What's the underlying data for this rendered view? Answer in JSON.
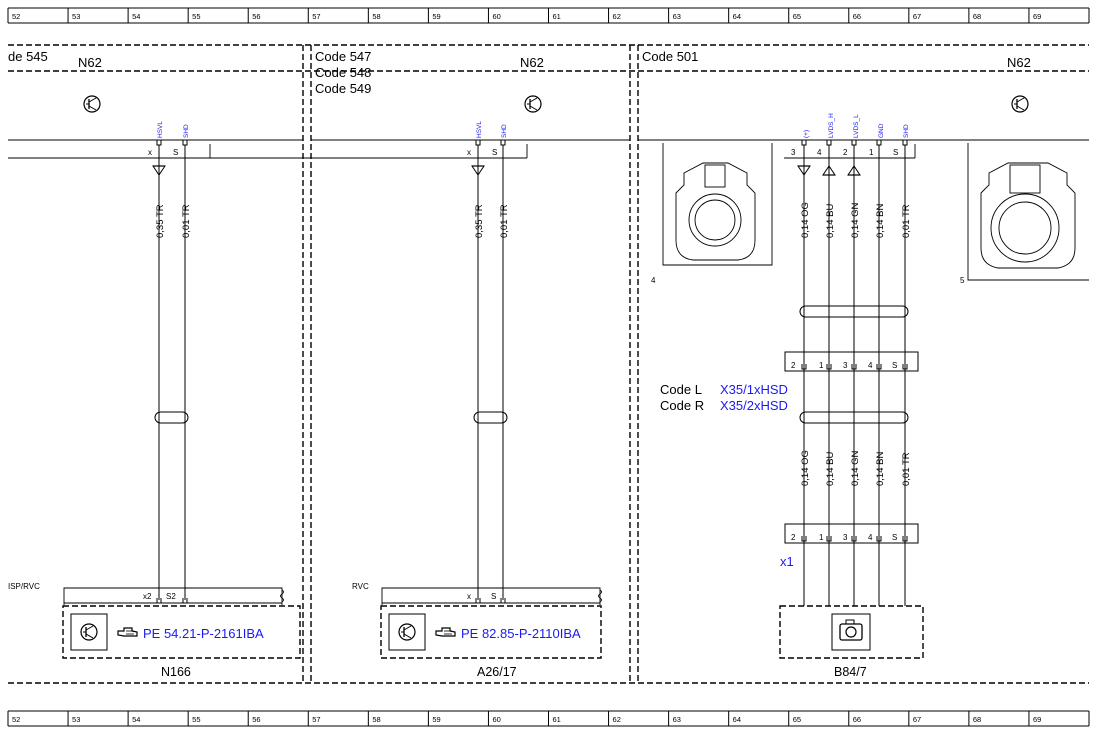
{
  "grid_numbers": [
    "52",
    "53",
    "54",
    "55",
    "56",
    "57",
    "58",
    "59",
    "60",
    "61",
    "62",
    "63",
    "64",
    "65",
    "66",
    "67",
    "68",
    "69"
  ],
  "panel1": {
    "code_label": "de 545",
    "n62": "N62",
    "pins": {
      "x": "x",
      "s": "S"
    },
    "signals": [
      "HSVL",
      "SHD"
    ],
    "wires": [
      "0,35 TR",
      "0,01 TR"
    ],
    "bottom_label": "ISP/RVC",
    "bottom_pins": {
      "x": "x2",
      "s": "S2"
    },
    "ref_text": "PE 54.21-P-2161IBA",
    "module_label": "N166"
  },
  "panel2": {
    "code_lines": [
      "Code 547",
      "Code 548",
      "Code 549"
    ],
    "n62": "N62",
    "pins": {
      "x": "x",
      "s": "S"
    },
    "signals": [
      "HSVL",
      "SHD"
    ],
    "wires": [
      "0,35 TR",
      "0,01 TR"
    ],
    "bottom_label": "RVC",
    "bottom_pins": {
      "x": "x",
      "s": "S"
    },
    "ref_text": "PE 82.85-P-2110IBA",
    "module_label": "A26/17"
  },
  "panel3": {
    "code_label": "Code 501",
    "n62": "N62",
    "top_pins": [
      "3",
      "4",
      "2",
      "1",
      "S"
    ],
    "signals": [
      "(+)",
      "LVDS_H",
      "LVDS_L",
      "GND",
      "SHD"
    ],
    "wires_top": [
      "0,14 OG",
      "0,14 BU",
      "0,14 GN",
      "0,14 BN",
      "0,01 TR"
    ],
    "wires_bottom": [
      "0,14 OG",
      "0,14 BU",
      "0,14 GN",
      "0,14 BN",
      "0,01 TR"
    ],
    "connector_pins": [
      "2",
      "1",
      "3",
      "4",
      "S"
    ],
    "connector_codes": [
      {
        "code": "Code L",
        "name": "X35/1xHSD"
      },
      {
        "code": "Code R",
        "name": "X35/2xHSD"
      }
    ],
    "x1_label": "x1",
    "plug_label_left": "4",
    "plug_label_right": "5",
    "module_label": "B84/7"
  }
}
